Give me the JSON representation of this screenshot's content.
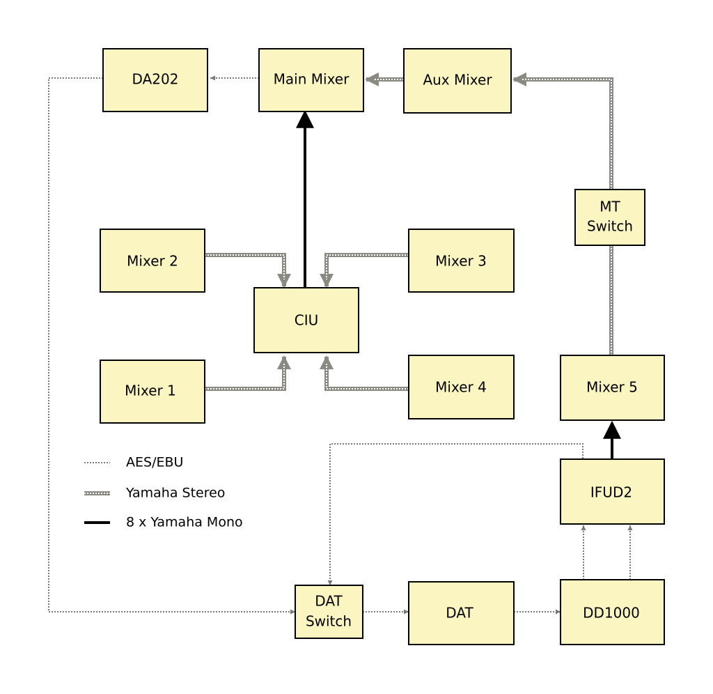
{
  "colors": {
    "box_fill": "#fbf6c1",
    "aes_line": "#777777",
    "stereo_line": "#8a8a82",
    "mono_line": "#000000"
  },
  "nodes": {
    "da202": "DA202",
    "main_mixer": "Main Mixer",
    "aux_mixer": "Aux Mixer",
    "mt_switch": [
      "MT",
      "Switch"
    ],
    "mixer_2": "Mixer 2",
    "mixer_3": "Mixer 3",
    "ciu": "CIU",
    "mixer_1": "Mixer 1",
    "mixer_4": "Mixer 4",
    "mixer_5": "Mixer 5",
    "ifud2": "IFUD2",
    "dat_switch": [
      "DAT",
      "Switch"
    ],
    "dat": "DAT",
    "dd1000": "DD1000"
  },
  "legend": {
    "aes": "AES/EBU",
    "stereo": "Yamaha Stereo",
    "mono": "8 x Yamaha Mono"
  },
  "connections": [
    {
      "from": "Main Mixer",
      "to": "DA202",
      "type": "AES/EBU"
    },
    {
      "from": "Aux Mixer",
      "to": "Main Mixer",
      "type": "Yamaha Stereo"
    },
    {
      "from": "MT Switch",
      "to": "Aux Mixer",
      "type": "Yamaha Stereo"
    },
    {
      "from": "Mixer 5",
      "to": "MT Switch",
      "type": "Yamaha Stereo"
    },
    {
      "from": "CIU",
      "to": "Main Mixer",
      "type": "8 x Yamaha Mono"
    },
    {
      "from": "Mixer 2",
      "to": "CIU",
      "type": "Yamaha Stereo"
    },
    {
      "from": "Mixer 3",
      "to": "CIU",
      "type": "Yamaha Stereo"
    },
    {
      "from": "Mixer 1",
      "to": "CIU",
      "type": "Yamaha Stereo"
    },
    {
      "from": "Mixer 4",
      "to": "CIU",
      "type": "Yamaha Stereo"
    },
    {
      "from": "IFUD2",
      "to": "Mixer 5",
      "type": "8 x Yamaha Mono"
    },
    {
      "from": "IFUD2",
      "to": "DAT Switch",
      "type": "AES/EBU"
    },
    {
      "from": "DD1000",
      "to": "IFUD2",
      "type": "AES/EBU"
    },
    {
      "from": "DA202",
      "to": "DAT Switch",
      "type": "AES/EBU"
    },
    {
      "from": "DAT Switch",
      "to": "DAT",
      "type": "AES/EBU"
    },
    {
      "from": "DAT",
      "to": "DD1000",
      "type": "AES/EBU"
    }
  ]
}
